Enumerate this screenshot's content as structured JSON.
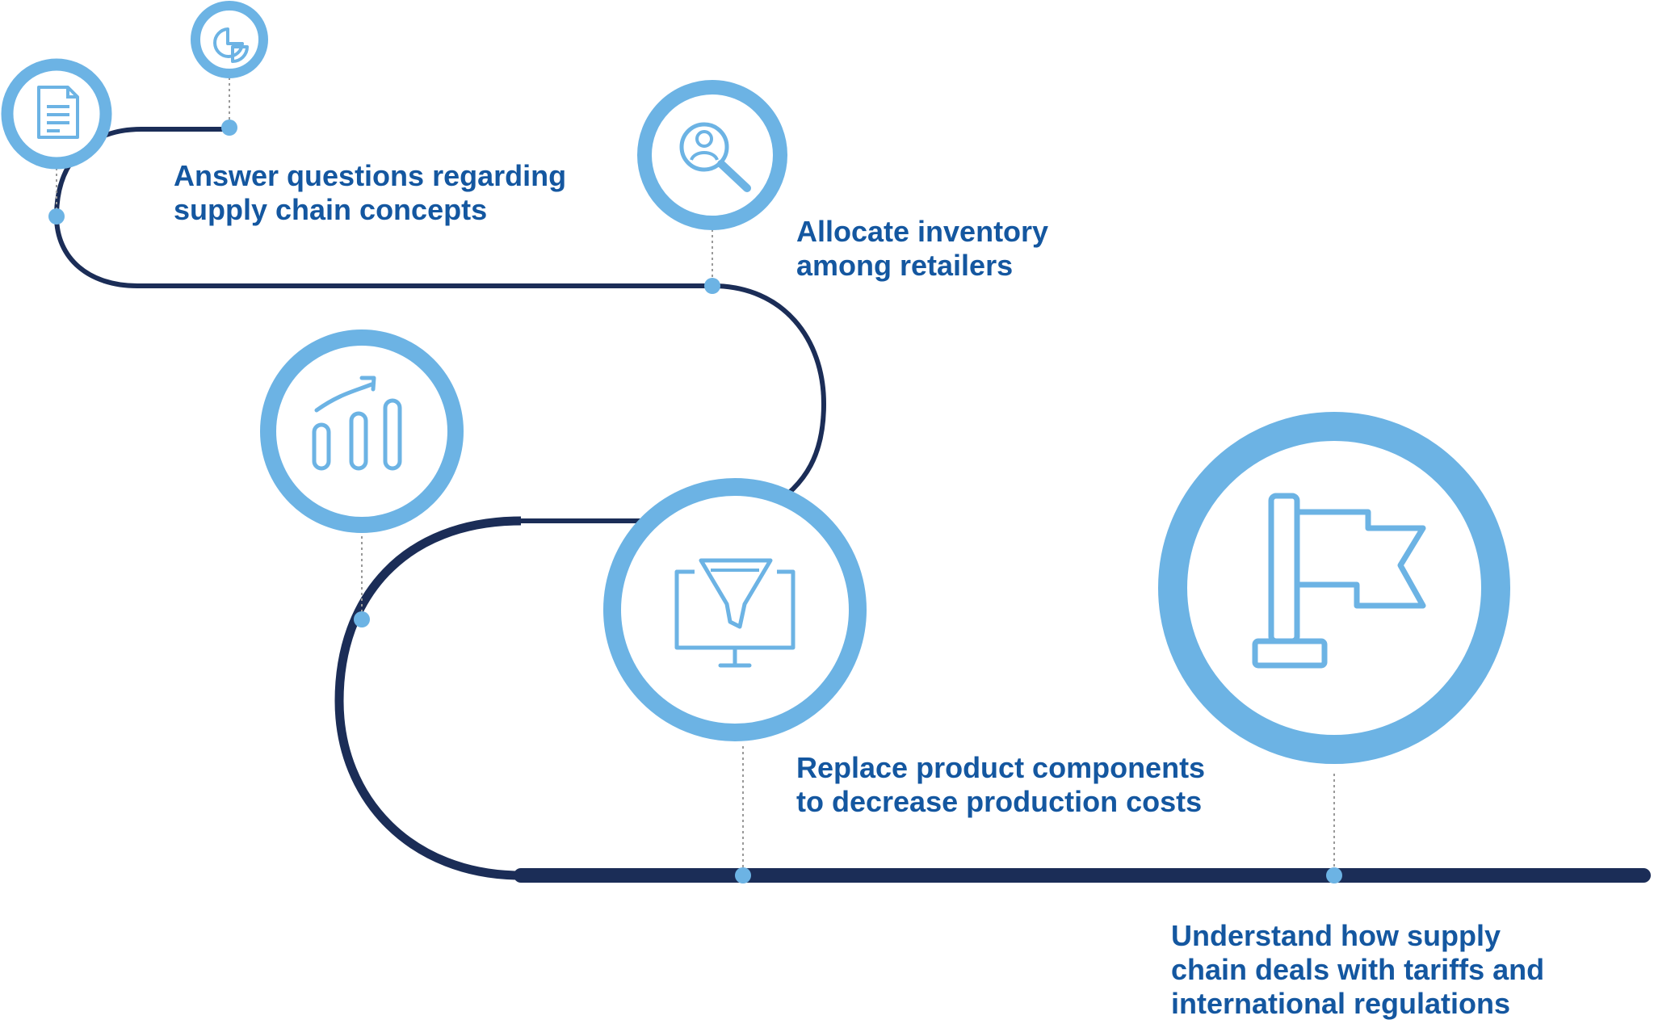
{
  "steps": [
    {
      "icon": "document-icon",
      "line1": "Answer questions regarding",
      "line2": "supply chain concepts"
    },
    {
      "icon": "user-search-icon",
      "line1": "Allocate inventory",
      "line2": "among retailers"
    },
    {
      "icon": "bar-chart-growth-icon",
      "line1": "",
      "line2": ""
    },
    {
      "icon": "monitor-funnel-icon",
      "line1": "Replace product components",
      "line2": "to decrease production costs"
    },
    {
      "icon": "flag-icon",
      "line1": "Understand how supply",
      "line2": "chain deals with tariffs and",
      "line3": "international regulations"
    }
  ],
  "small_icon": "pie-chart-icon",
  "colors": {
    "path": "#1b2d57",
    "accent": "#6cb3e4",
    "text": "#1457a0",
    "dotted": "#9a9a9a"
  }
}
